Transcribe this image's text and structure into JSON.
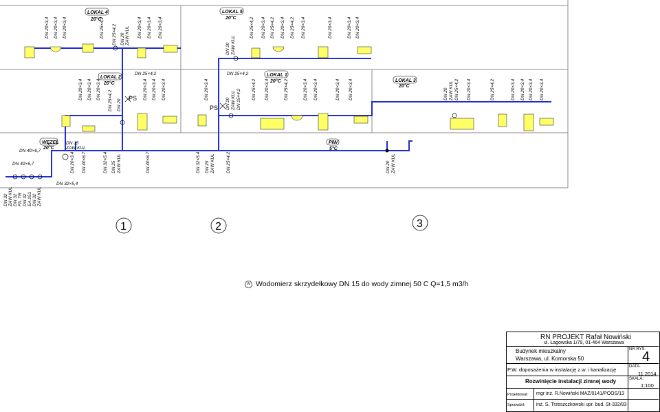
{
  "rooms": {
    "lokal4": "LOKAL 4",
    "lokal5": "LOKAL 5",
    "lokal2": "LOKAL 2",
    "lokal1": "LOKAL 1",
    "lokal3": "LOKAL 3",
    "wezel": "WĘZEŁ",
    "piw": "PIW",
    "temp_20": "20°C",
    "temp_5": "5°C"
  },
  "pipe_labels": {
    "dn15_zaw_kul": "DN 15",
    "zaw_kul": "ZAW KUL",
    "dn40": "DN 40×6,7",
    "dn32": "DN 32×5,4",
    "dn25": "DN 25×4,2",
    "dn20": "DN 20×3,4",
    "dn20_plain": "DN 20",
    "dn25_plain": "DN 25",
    "ps": "PS"
  },
  "meter_labels": [
    "DN 32",
    "ZAW KUL",
    "DN 32",
    "FIL TR",
    "DN 32",
    "EA 251",
    "DN 32",
    "ZAW KUL"
  ],
  "circles": [
    "1",
    "2",
    "3"
  ],
  "legend": {
    "icon": "w",
    "text": "Wodomierz skrzydełkowy DN 15 do wody zimnej 50 C Q=1,5 m3/h"
  },
  "titleblock": {
    "company": "RN PROJEKT Rafał Nowiński",
    "address": "ul. Łagowska 1/79, 01-464 Warszawa",
    "building": "Budynek mieszkalny",
    "location": "Warszawa, ul. Komorska 50",
    "nr_label": "NR RYS.",
    "nr_value": "4",
    "phase": "P.W. doposażenia w instalację z.w. i kanalizację",
    "date_label": "DATA:",
    "date_value": "11.2014",
    "drawing": "Rozwinięcie instalacji zimnej wody",
    "scale_label": "SKALA:",
    "scale_value": "1:100",
    "designer_label": "Projektował:",
    "designer": "mgr inż. R.Nowiński MAZ/0141/POOS/13",
    "checker_label": "Sprawdził:",
    "checker": "inż. S. Trzeszczkowski upr. bud. St-332/83"
  },
  "colors": {
    "pipe": "#1f2bd6",
    "fixture": "#ffff66"
  }
}
